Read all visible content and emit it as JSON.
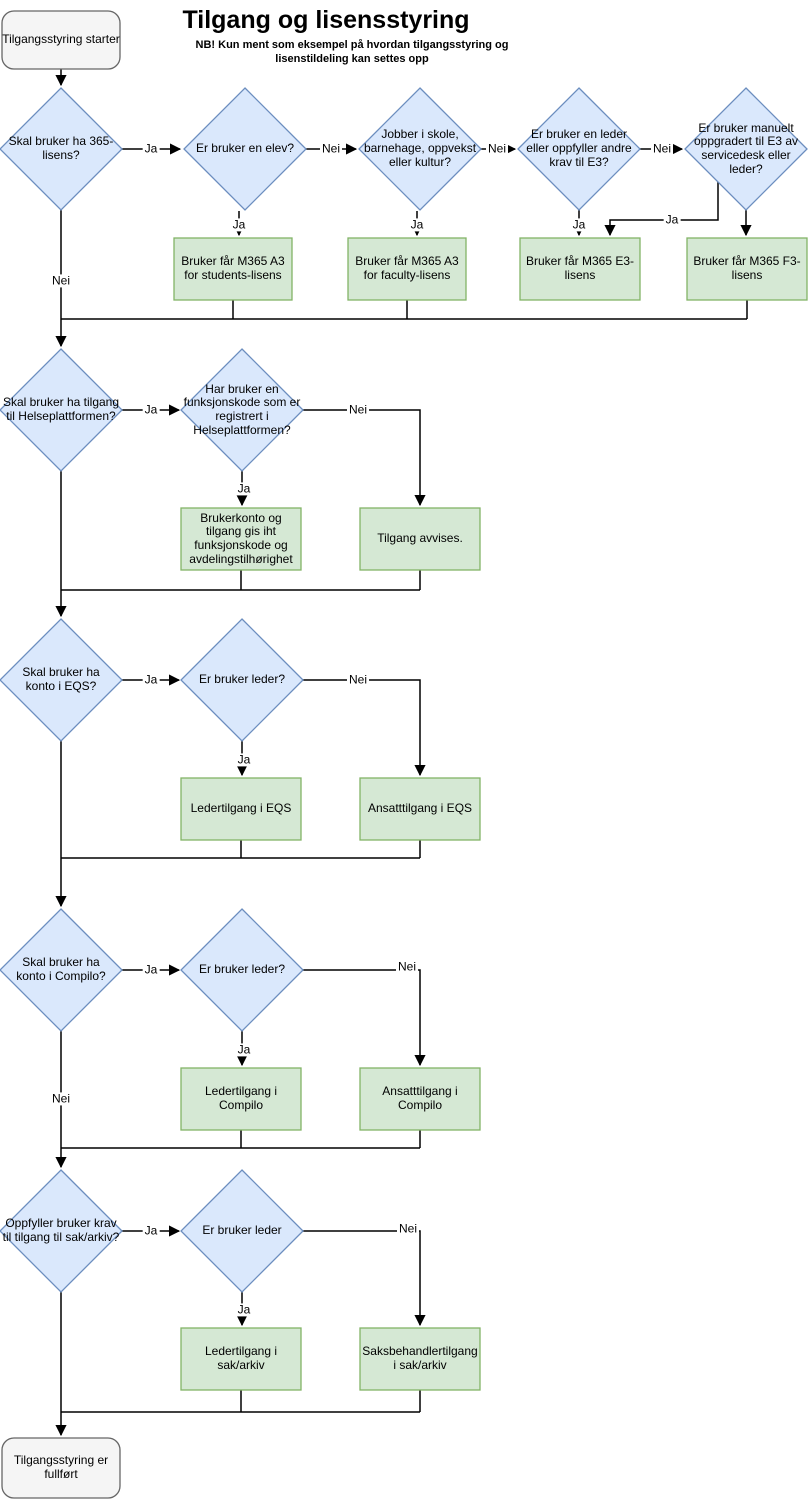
{
  "title": "Tilgang og lisensstyring",
  "subtitle": "NB! Kun ment som eksempel på hvordan tilgangsstyring og\nlisenstildeling kan settes opp",
  "labels": {
    "yes": "Ja",
    "no": "Nei"
  },
  "terminals": {
    "start": "Tilgangsstyring starter",
    "end": "Tilgangsstyring er\nfullført"
  },
  "decisions": {
    "lisens365": "Skal bruker ha 365-\nlisens?",
    "elev": "Er bruker en elev?",
    "skole": "Jobber i skole,\nbarnehage, oppvekst\neller kultur?",
    "leder_e3": "Er bruker en leder\neller oppfyller andre\nkrav til E3?",
    "manuell_e3": "Er bruker manuelt\noppgradert til E3 av\nservicedesk eller\nleder?",
    "helseplattformen": "Skal bruker ha tilgang\ntil Helseplattformen?",
    "funksjonskode": "Har bruker en\nfunksjonskode som er\nregistrert i\nHelseplattformen?",
    "eqs": "Skal bruker ha\nkonto i EQS?",
    "eqs_leder": "Er bruker leder?",
    "compilo": "Skal bruker ha\nkonto i Compilo?",
    "compilo_leder": "Er bruker leder?",
    "sakarkiv": "Oppfyller bruker krav\ntil tilgang til sak/arkiv?",
    "sakarkiv_leder": "Er bruker leder"
  },
  "outcomes": {
    "a3_students": "Bruker får M365 A3\nfor students-lisens",
    "a3_faculty": "Bruker får M365 A3\nfor faculty-lisens",
    "e3": "Bruker får M365 E3-\nlisens",
    "f3": "Bruker får M365 F3-\nlisens",
    "helse_konto": "Brukerkonto og\ntilgang gis iht\nfunksjonskode og\navdelingstilhørighet",
    "avvist": "Tilgang avvises.",
    "eqs_leder": "Ledertilgang i EQS",
    "eqs_ansatt": "Ansatttilgang i EQS",
    "compilo_leder": "Ledertilgang i\nCompilo",
    "compilo_ansatt": "Ansatttilgang i\nCompilo",
    "sak_leder": "Ledertilgang i\nsak/arkiv",
    "sak_saksbehandler": "Saksbehandlertilgang\ni sak/arkiv"
  },
  "colors": {
    "decision_fill": "#dae8fc",
    "decision_stroke": "#6c8ebf",
    "outcome_fill": "#d5e8d4",
    "outcome_stroke": "#82b366",
    "terminal_fill": "#f5f5f5",
    "terminal_stroke": "#666666",
    "edge": "#000000",
    "background": "#ffffff"
  }
}
